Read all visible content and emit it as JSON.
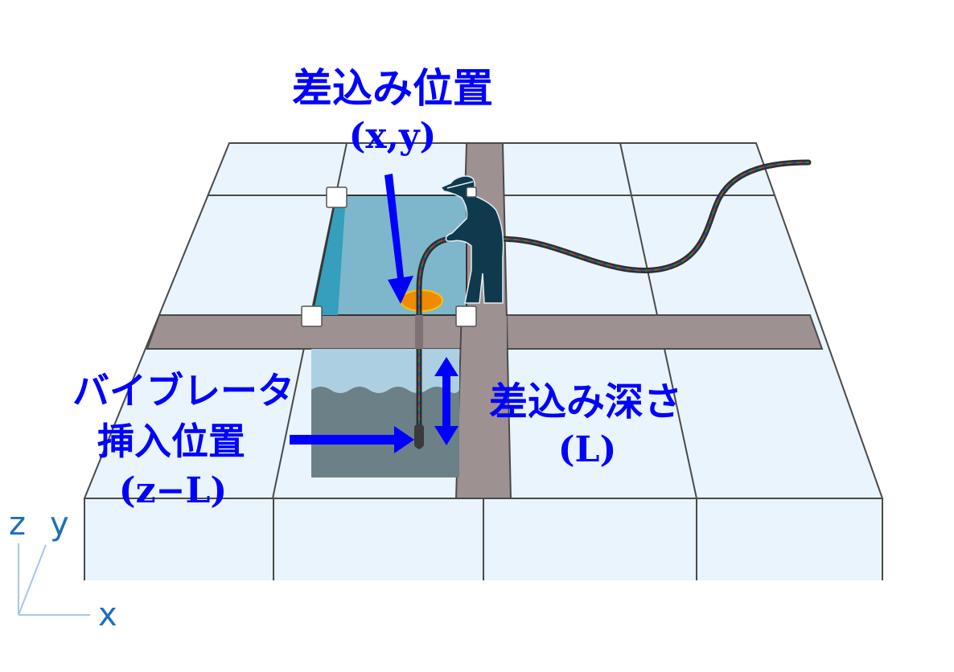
{
  "labels": {
    "insertion_position_title": "差込み位置",
    "insertion_position_coords": "(x,y)",
    "vibrator_line1": "バイブレータ",
    "vibrator_line2": "挿入位置",
    "vibrator_line3": "(z−L)",
    "depth_title": "差込み深さ",
    "depth_symbol": "(L)"
  },
  "axes": {
    "z": "z",
    "y": "y",
    "x": "x"
  },
  "icons": {
    "worker": "worker-silhouette-icon",
    "vibrator_hose": "vibrator-hose-icon",
    "marker_ellipse": "orange-insertion-marker",
    "corner_handles": "white-square-handle-icon"
  },
  "colors": {
    "label_blue": "#0000ff",
    "slab_fill": "#e9f4fc",
    "grid_line": "#4a4a4a",
    "road": "#9e9192",
    "pit_fill": "#7eb7cb",
    "pit_side": "#359fbd",
    "section_air": "#acd0e2",
    "section_concrete": "#6c8088",
    "worker": "#0f3a4e",
    "marker": "#f08a00",
    "arrow": "#0000ff",
    "axis": "#1e6fb8"
  }
}
